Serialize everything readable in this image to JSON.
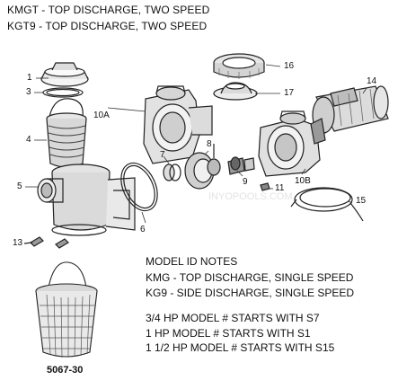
{
  "header": {
    "line1": "KMGT - TOP DISCHARGE, TWO SPEED",
    "line2": "KGT9 - TOP DISCHARGE, TWO SPEED"
  },
  "callouts": [
    "1",
    "3",
    "4",
    "5",
    "6",
    "7",
    "8",
    "9",
    "10A",
    "10B",
    "11",
    "13",
    "14",
    "15",
    "16",
    "17"
  ],
  "notes": {
    "title": "MODEL ID NOTES",
    "kmg": "KMG - TOP DISCHARGE, SINGLE SPEED",
    "kg9": "KG9 - SIDE DISCHARGE, SINGLE SPEED",
    "hp34": "3/4 HP MODEL # STARTS WITH S7",
    "hp1": "1 HP MODEL # STARTS WITH S1",
    "hp112": "1 1/2 HP MODEL # STARTS WITH S15"
  },
  "basket": {
    "part_number": "5067-30"
  },
  "watermark": "INYOPOOLS.COM",
  "colors": {
    "line": "#222222",
    "shade": "#cfcfcf",
    "dark": "#555555"
  }
}
